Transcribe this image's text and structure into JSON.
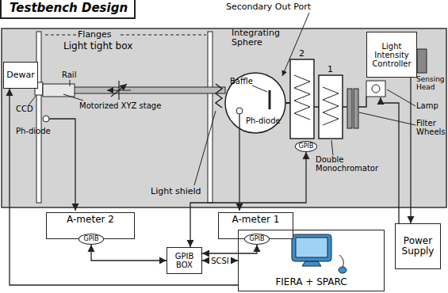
{
  "diagram": {
    "title": "Testbench Design",
    "nodes": [
      {
        "text": [
          "Dewar"
        ]
      },
      {
        "text": [
          "Light Intensity Controller"
        ]
      },
      {
        "text": [
          "GPIB"
        ]
      },
      {
        "text": [
          "A-meter 2"
        ]
      },
      {
        "text": [
          "GPIB"
        ],
        "in": 3
      },
      {
        "text": [
          "A-meter 1"
        ]
      },
      {
        "text": [
          "GPIB"
        ],
        "in": 5
      },
      {
        "text": [
          "GPIB BOX"
        ]
      },
      {
        "text": [
          "FIERA + SPARC"
        ]
      },
      {
        "text": [
          "Power Supply"
        ]
      }
    ],
    "edges": [
      {
        "from": 4,
        "to": 7,
        "arrow": "both"
      },
      {
        "from": 6,
        "to": 7,
        "arrow": "both"
      },
      {
        "from": 2,
        "to": 7,
        "arrow": "both"
      },
      {
        "from": 7,
        "to": 8,
        "label": "SCSI",
        "arrow": "both"
      },
      {
        "from": 8,
        "to": 0,
        "arrow": "to"
      },
      {
        "from": 1,
        "to": 9,
        "arrow": "to"
      }
    ],
    "labels": [
      "Secondary Out Port",
      "Flanges",
      "Light tight box",
      "Integrating Sphere",
      "Sensing Head",
      "Rail",
      "Motorized XYZ stage",
      "Baffle",
      "Ph-diode",
      "2",
      "1",
      "CCD",
      "Ph-diode",
      "Lamp",
      "Filter Wheels",
      "Light shield",
      "Double Monochromator"
    ]
  }
}
